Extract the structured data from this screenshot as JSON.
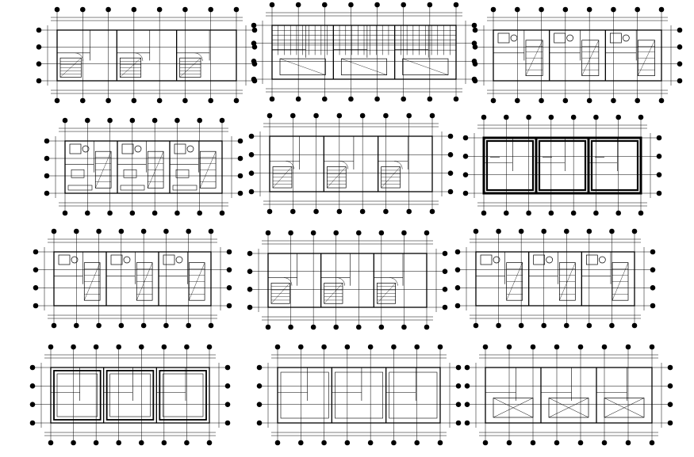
{
  "drawing": {
    "colors": {
      "line": "#000000",
      "background": "#ffffff"
    },
    "grid": {
      "rows": 4,
      "cols": 3
    },
    "panels": [
      {
        "id": "r1c1",
        "kind": "floor-plan-stairs"
      },
      {
        "id": "r1c2",
        "kind": "roof-slab-framing"
      },
      {
        "id": "r1c3",
        "kind": "floor-plan-bath"
      },
      {
        "id": "r2c1",
        "kind": "floor-plan-furniture"
      },
      {
        "id": "r2c2",
        "kind": "floor-plan-stairs"
      },
      {
        "id": "r2c3",
        "kind": "structural-walls"
      },
      {
        "id": "r3c1",
        "kind": "floor-plan-bath"
      },
      {
        "id": "r3c2",
        "kind": "floor-plan-stairs"
      },
      {
        "id": "r3c3",
        "kind": "floor-plan-bath"
      },
      {
        "id": "r4c1",
        "kind": "foundation-plan"
      },
      {
        "id": "r4c2",
        "kind": "slab-plan"
      },
      {
        "id": "r4c3",
        "kind": "roof-plan"
      }
    ]
  }
}
